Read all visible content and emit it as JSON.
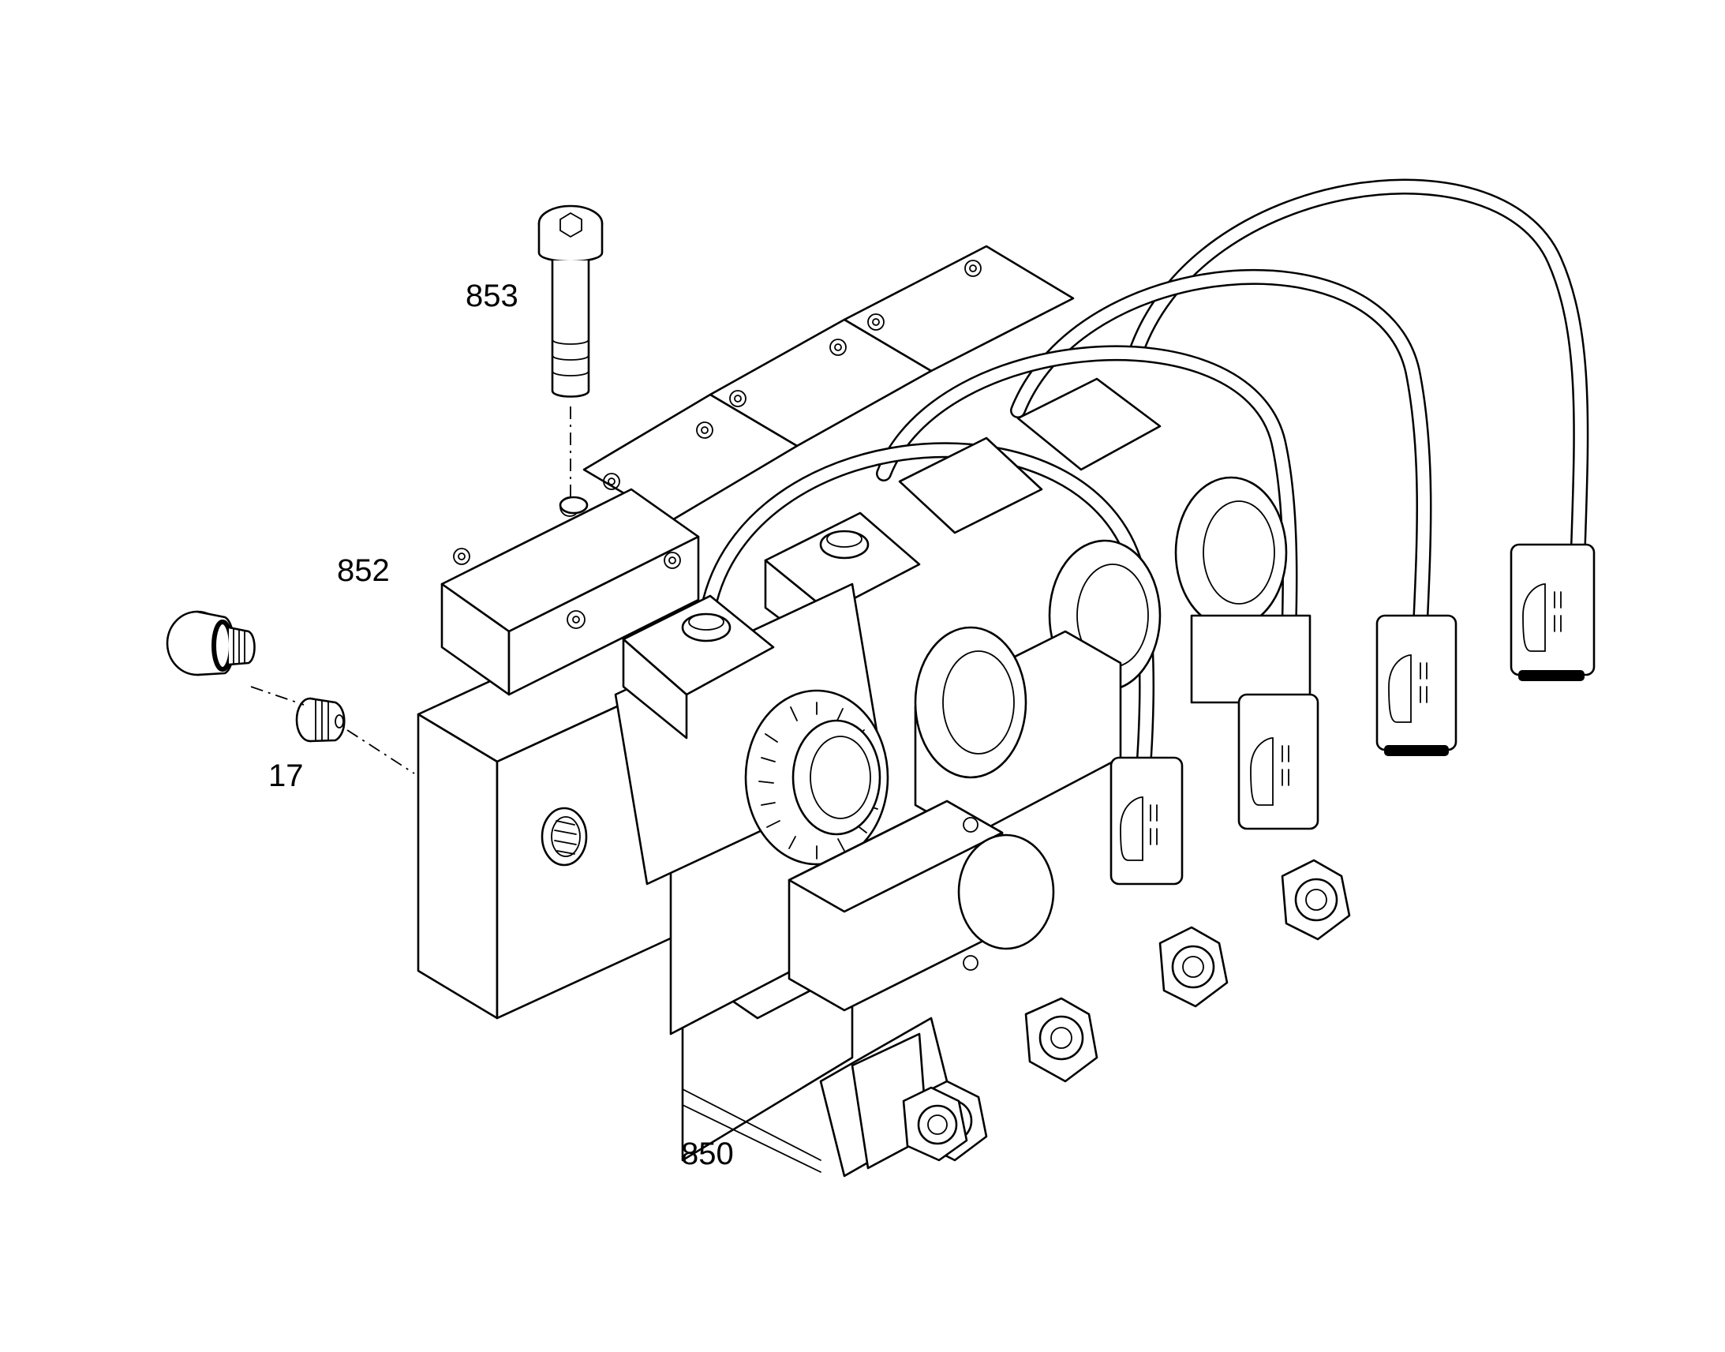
{
  "callouts": {
    "screw": "853",
    "plate": "852",
    "plug": "17",
    "valve_block": "850"
  },
  "colors": {
    "line": "#000000",
    "background": "#ffffff"
  }
}
